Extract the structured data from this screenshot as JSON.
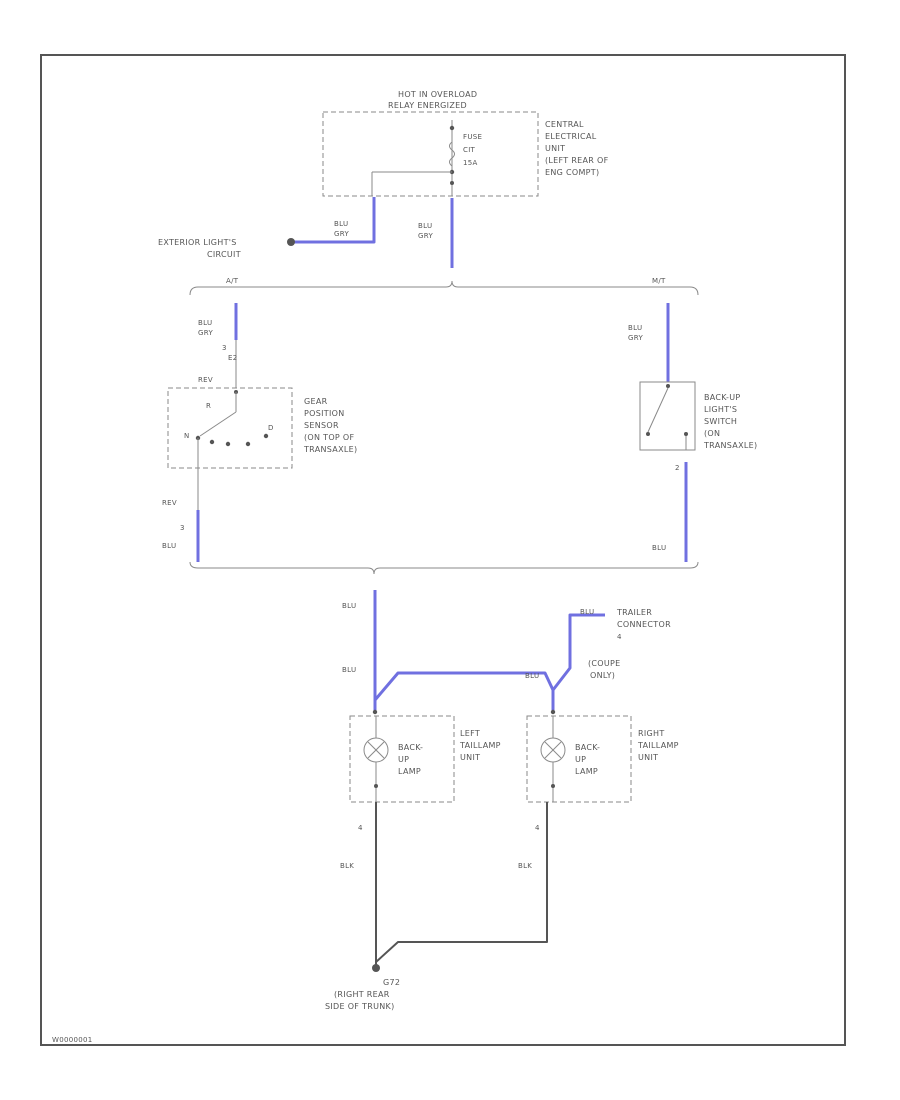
{
  "fuse_box": {
    "header_line1": "HOT IN OVERLOAD",
    "header_line2": "RELAY ENERGIZED",
    "fuse_label_1": "FUSE",
    "fuse_label_2": "CIT",
    "fuse_label_3": "15A",
    "unit_line1": "CENTRAL",
    "unit_line2": "ELECTRICAL",
    "unit_line3": "UNIT",
    "unit_line4": "(LEFT REAR OF",
    "unit_line5": "ENG COMPT)"
  },
  "exterior_circuit": {
    "line1": "EXTERIOR LIGHT'S",
    "line2": "CIRCUIT",
    "wire_color_1": "BLU",
    "wire_color_2": "GRY"
  },
  "main_feed": {
    "wire_color_1": "BLU",
    "wire_color_2": "GRY"
  },
  "split": {
    "left_label": "A/T",
    "right_label": "M/T"
  },
  "gear_sensor": {
    "wire_color_1": "BLU",
    "wire_color_2": "GRY",
    "pin_top": "3",
    "pin_top2": "E2",
    "rev_label": "REV",
    "pin_mid": "R",
    "pin_n": "N",
    "pin_d": "D",
    "line1": "GEAR",
    "line2": "POSITION",
    "line3": "SENSOR",
    "line4": "(ON TOP OF",
    "line5": "TRANSAXLE)",
    "rev_out": "REV",
    "pin_bottom": "3",
    "out_wire": "BLU"
  },
  "backup_switch": {
    "wire_color_1": "BLU",
    "wire_color_2": "GRY",
    "line1": "BACK-UP",
    "line2": "LIGHT'S",
    "line3": "SWITCH",
    "line4": "(ON",
    "line5": "TRANSAXLE)",
    "pin_bottom": "2",
    "out_wire": "BLU"
  },
  "lower": {
    "wire_a": "BLU",
    "wire_b": "BLU",
    "wire_c": "BLU",
    "trailer_wire": "BLU",
    "trailer_line1": "TRAILER",
    "trailer_line2": "CONNECTOR",
    "trailer_pin": "4",
    "coupe_line1": "(COUPE",
    "coupe_line2": "ONLY)"
  },
  "left_lamp": {
    "lamp_line1": "BACK-",
    "lamp_line2": "UP",
    "lamp_line3": "LAMP",
    "unit_line1": "LEFT",
    "unit_line2": "TAILLAMP",
    "unit_line3": "UNIT",
    "pin": "4",
    "ground_wire": "BLK"
  },
  "right_lamp": {
    "lamp_line1": "BACK-",
    "lamp_line2": "UP",
    "lamp_line3": "LAMP",
    "unit_line1": "RIGHT",
    "unit_line2": "TAILLAMP",
    "unit_line3": "UNIT",
    "pin": "4",
    "ground_wire": "BLK"
  },
  "ground": {
    "id": "G72",
    "line1": "(RIGHT REAR",
    "line2": "SIDE OF TRUNK)"
  },
  "footer": {
    "code": "W0000001"
  },
  "colors": {
    "blue_wire": "#7070e0",
    "black_wire": "#555555"
  }
}
